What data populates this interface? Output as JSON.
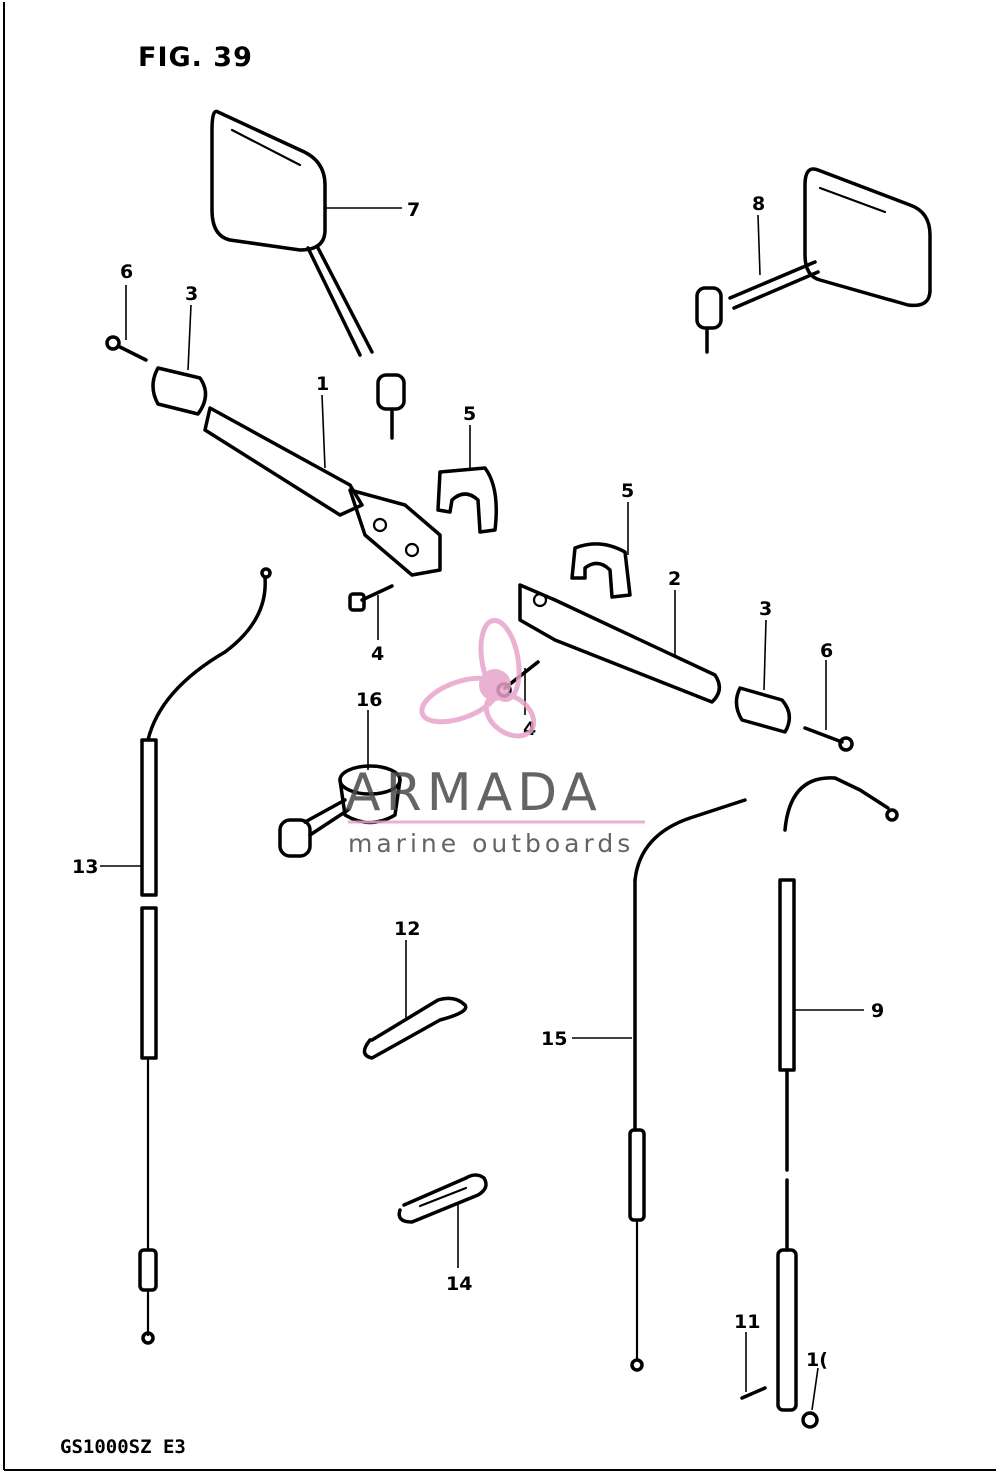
{
  "figure": {
    "title": "FIG. 39",
    "model_code": "GS1000SZ  E3"
  },
  "watermark": {
    "brand": "ARMADA",
    "tagline": "marine outboards",
    "accent_color": "#e7a4cc"
  },
  "callouts": [
    "1",
    "2",
    "3",
    "3",
    "4",
    "4",
    "5",
    "5",
    "6",
    "6",
    "7",
    "8",
    "9",
    "11",
    "1(",
    "12",
    "13",
    "14",
    "15",
    "16"
  ]
}
